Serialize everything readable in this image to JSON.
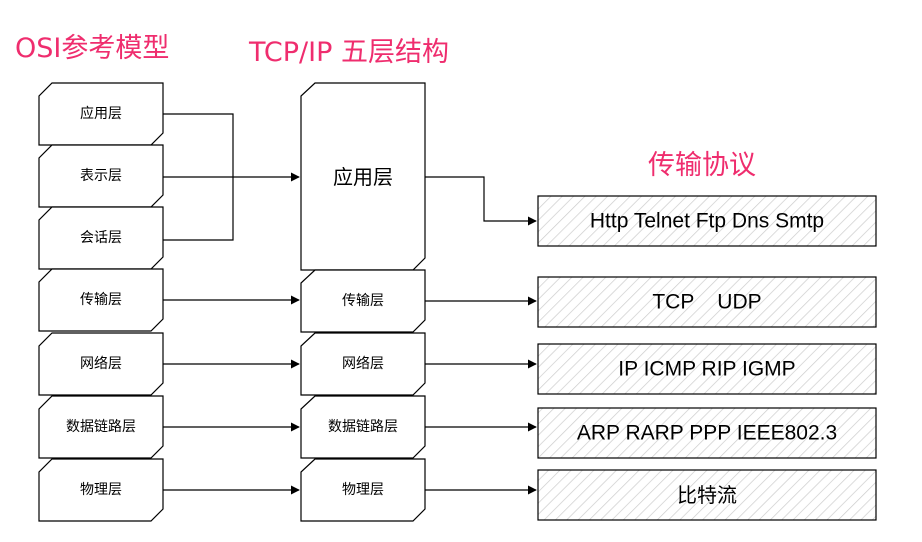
{
  "titles": {
    "osi": "OSI参考模型",
    "tcpip": "TCP/IP 五层结构",
    "protocols": "传输协议"
  },
  "osi_layers": [
    "应用层",
    "表示层",
    "会话层",
    "传输层",
    "网络层",
    "数据链路层",
    "物理层"
  ],
  "tcpip_layers": [
    "应用层",
    "传输层",
    "网络层",
    "数据链路层",
    "物理层"
  ],
  "protocols": [
    "Http Telnet Ftp Dns Smtp",
    "TCP    UDP",
    "IP ICMP RIP IGMP",
    "ARP RARP PPP IEEE802.3",
    "比特流"
  ],
  "colors": {
    "title": "#ef2d6e",
    "stroke": "#000000",
    "hatch": "#cccccc"
  }
}
